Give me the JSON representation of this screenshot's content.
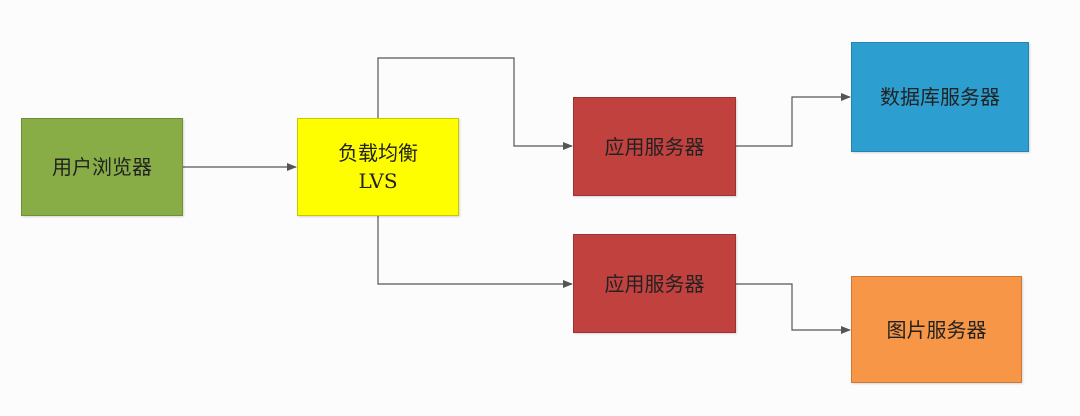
{
  "nodes": {
    "browser": {
      "label": "用户浏览器",
      "color": "#88ad46",
      "border": "#6f8e37"
    },
    "lvs": {
      "label_line1": "负载均衡",
      "label_line2": "LVS",
      "color": "#fefe00",
      "border": "#c8c800"
    },
    "app_server_1": {
      "label": "应用服务器",
      "color": "#c1413e",
      "border": "#9a3331"
    },
    "app_server_2": {
      "label": "应用服务器",
      "color": "#c1413e",
      "border": "#9a3331"
    },
    "db_server": {
      "label": "数据库服务器",
      "color": "#2c9fd0",
      "border": "#2683ab"
    },
    "image_server": {
      "label": "图片服务器",
      "color": "#f79646",
      "border": "#c97a38"
    }
  },
  "connections": [
    {
      "from": "用户浏览器",
      "to": "负载均衡 LVS"
    },
    {
      "from": "负载均衡 LVS",
      "to": "应用服务器"
    },
    {
      "from": "负载均衡 LVS",
      "to": "应用服务器"
    },
    {
      "from": "应用服务器",
      "to": "数据库服务器"
    },
    {
      "from": "应用服务器",
      "to": "图片服务器"
    }
  ],
  "line_color": "#555555"
}
